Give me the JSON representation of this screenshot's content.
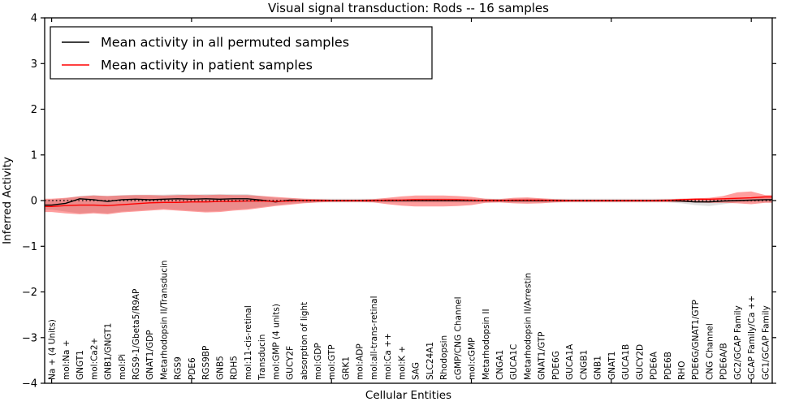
{
  "chart_data": {
    "type": "line",
    "title": "Visual signal transduction: Rods -- 16 samples",
    "xlabel": "Cellular Entities",
    "ylabel": "Inferred Activity",
    "ylim": [
      -4,
      4
    ],
    "yticks": [
      -4,
      -3,
      -2,
      -1,
      0,
      1,
      2,
      3,
      4
    ],
    "xtick_indices": [
      0,
      10,
      20,
      30,
      40,
      50
    ],
    "grid": false,
    "legend_position": "upper left",
    "zero_line_style": "dotted",
    "categories": [
      "Na + (4 Units)",
      "mol:Na +",
      "GNGT1",
      "mol:Ca2+",
      "GNB1/GNGT1",
      "mol:Pi",
      "RGS9-1/Gbeta5/R9AP",
      "GNAT1/GDP",
      "Metarhodopsin II/Transducin",
      "RGS9",
      "PDE6",
      "RGS9BP",
      "GNB5",
      "RDH5",
      "mol:11-cis-retinal",
      "Transducin",
      "mol:GMP (4 units)",
      "GUCY2F",
      "absorption of light",
      "mol:GDP",
      "mol:GTP",
      "GRK1",
      "mol:ADP",
      "mol:all-trans-retinal",
      "mol:Ca ++",
      "mol:K +",
      "SAG",
      "SLC24A1",
      "Rhodopsin",
      "cGMP/CNG Channel",
      "mol:cGMP",
      "Metarhodopsin II",
      "CNGA1",
      "GUCA1C",
      "Metarhodopsin II/Arrestin",
      "GNAT1/GTP",
      "PDE6G",
      "GUCA1A",
      "CNGB1",
      "GNB1",
      "GNAT1",
      "GUCA1B",
      "GUCY2D",
      "PDE6A",
      "PDE6B",
      "RHO",
      "PDE6G/GNAT1/GTP",
      "CNG Channel",
      "PDE6A/B",
      "GC2/GCAP Family",
      "GCAP Family/Ca ++",
      "GC1/GCAP Family"
    ],
    "series": [
      {
        "id": "permuted",
        "name": "Mean activity in all permuted samples",
        "color": "#000000",
        "values": [
          -0.1,
          -0.06,
          0.04,
          0.02,
          -0.02,
          0.02,
          0.03,
          0.02,
          0.03,
          0.04,
          0.03,
          0.04,
          0.03,
          0.04,
          0.04,
          0.01,
          -0.03,
          0.01,
          0.0,
          0.0,
          0.0,
          0.0,
          0.0,
          0.0,
          0.0,
          0.0,
          0.0,
          0.0,
          0.0,
          0.0,
          0.0,
          0.0,
          0.0,
          0.0,
          0.0,
          0.0,
          0.0,
          0.0,
          0.0,
          0.0,
          0.0,
          0.0,
          0.0,
          0.0,
          0.0,
          -0.01,
          -0.03,
          -0.03,
          -0.01,
          0.0,
          0.01,
          0.02
        ]
      },
      {
        "id": "patient",
        "name": "Mean activity in patient samples",
        "color": "#ff0000",
        "values": [
          -0.13,
          -0.11,
          -0.1,
          -0.1,
          -0.11,
          -0.09,
          -0.07,
          -0.05,
          -0.04,
          -0.04,
          -0.03,
          -0.03,
          -0.02,
          -0.02,
          -0.01,
          -0.01,
          -0.02,
          -0.01,
          0.0,
          0.0,
          0.0,
          0.0,
          0.0,
          0.0,
          0.01,
          0.01,
          0.02,
          0.02,
          0.02,
          0.02,
          0.01,
          0.0,
          0.0,
          0.01,
          0.01,
          0.01,
          0.0,
          0.0,
          0.0,
          0.0,
          0.0,
          0.0,
          0.0,
          0.0,
          0.0,
          0.02,
          0.03,
          0.03,
          0.04,
          0.05,
          0.06,
          0.08
        ]
      }
    ],
    "bands": [
      {
        "id": "permuted_spread",
        "name": "permuted-sample-range",
        "color": "#000000",
        "opacity": 0.12,
        "upper": [
          0.02,
          0.05,
          0.1,
          0.12,
          0.1,
          0.12,
          0.13,
          0.13,
          0.13,
          0.14,
          0.13,
          0.14,
          0.14,
          0.14,
          0.14,
          0.1,
          0.06,
          0.05,
          0.04,
          0.04,
          0.04,
          0.04,
          0.04,
          0.04,
          0.04,
          0.04,
          0.04,
          0.05,
          0.05,
          0.04,
          0.04,
          0.04,
          0.04,
          0.04,
          0.05,
          0.04,
          0.04,
          0.04,
          0.04,
          0.04,
          0.04,
          0.04,
          0.04,
          0.04,
          0.04,
          0.04,
          0.04,
          0.04,
          0.04,
          0.05,
          0.06,
          0.06
        ],
        "lower": [
          -0.2,
          -0.24,
          -0.28,
          -0.26,
          -0.28,
          -0.24,
          -0.22,
          -0.2,
          -0.18,
          -0.2,
          -0.22,
          -0.24,
          -0.23,
          -0.2,
          -0.18,
          -0.14,
          -0.1,
          -0.07,
          -0.05,
          -0.04,
          -0.04,
          -0.04,
          -0.04,
          -0.04,
          -0.04,
          -0.04,
          -0.04,
          -0.04,
          -0.04,
          -0.04,
          -0.04,
          -0.04,
          -0.04,
          -0.04,
          -0.04,
          -0.04,
          -0.04,
          -0.04,
          -0.04,
          -0.04,
          -0.04,
          -0.04,
          -0.04,
          -0.04,
          -0.04,
          -0.06,
          -0.1,
          -0.12,
          -0.08,
          -0.04,
          -0.04,
          -0.04
        ]
      },
      {
        "id": "patient_spread",
        "name": "patient-sample-range",
        "color": "#ff0000",
        "opacity": 0.38,
        "upper": [
          0.04,
          0.06,
          0.09,
          0.11,
          0.1,
          0.11,
          0.12,
          0.12,
          0.11,
          0.12,
          0.13,
          0.12,
          0.13,
          0.12,
          0.12,
          0.1,
          0.08,
          0.06,
          0.04,
          0.03,
          0.02,
          0.02,
          0.02,
          0.03,
          0.06,
          0.09,
          0.11,
          0.11,
          0.11,
          0.1,
          0.08,
          0.04,
          0.03,
          0.06,
          0.07,
          0.05,
          0.03,
          0.02,
          0.02,
          0.02,
          0.02,
          0.02,
          0.02,
          0.02,
          0.03,
          0.04,
          0.05,
          0.06,
          0.1,
          0.18,
          0.2,
          0.12
        ],
        "lower": [
          -0.25,
          -0.28,
          -0.3,
          -0.28,
          -0.3,
          -0.26,
          -0.24,
          -0.22,
          -0.2,
          -0.22,
          -0.24,
          -0.26,
          -0.25,
          -0.22,
          -0.2,
          -0.16,
          -0.12,
          -0.09,
          -0.06,
          -0.04,
          -0.03,
          -0.03,
          -0.03,
          -0.04,
          -0.08,
          -0.11,
          -0.13,
          -0.13,
          -0.13,
          -0.12,
          -0.1,
          -0.05,
          -0.04,
          -0.06,
          -0.07,
          -0.06,
          -0.04,
          -0.03,
          -0.03,
          -0.03,
          -0.03,
          -0.03,
          -0.03,
          -0.03,
          -0.03,
          -0.03,
          -0.04,
          -0.05,
          -0.05,
          -0.06,
          -0.08,
          -0.05
        ]
      }
    ]
  }
}
